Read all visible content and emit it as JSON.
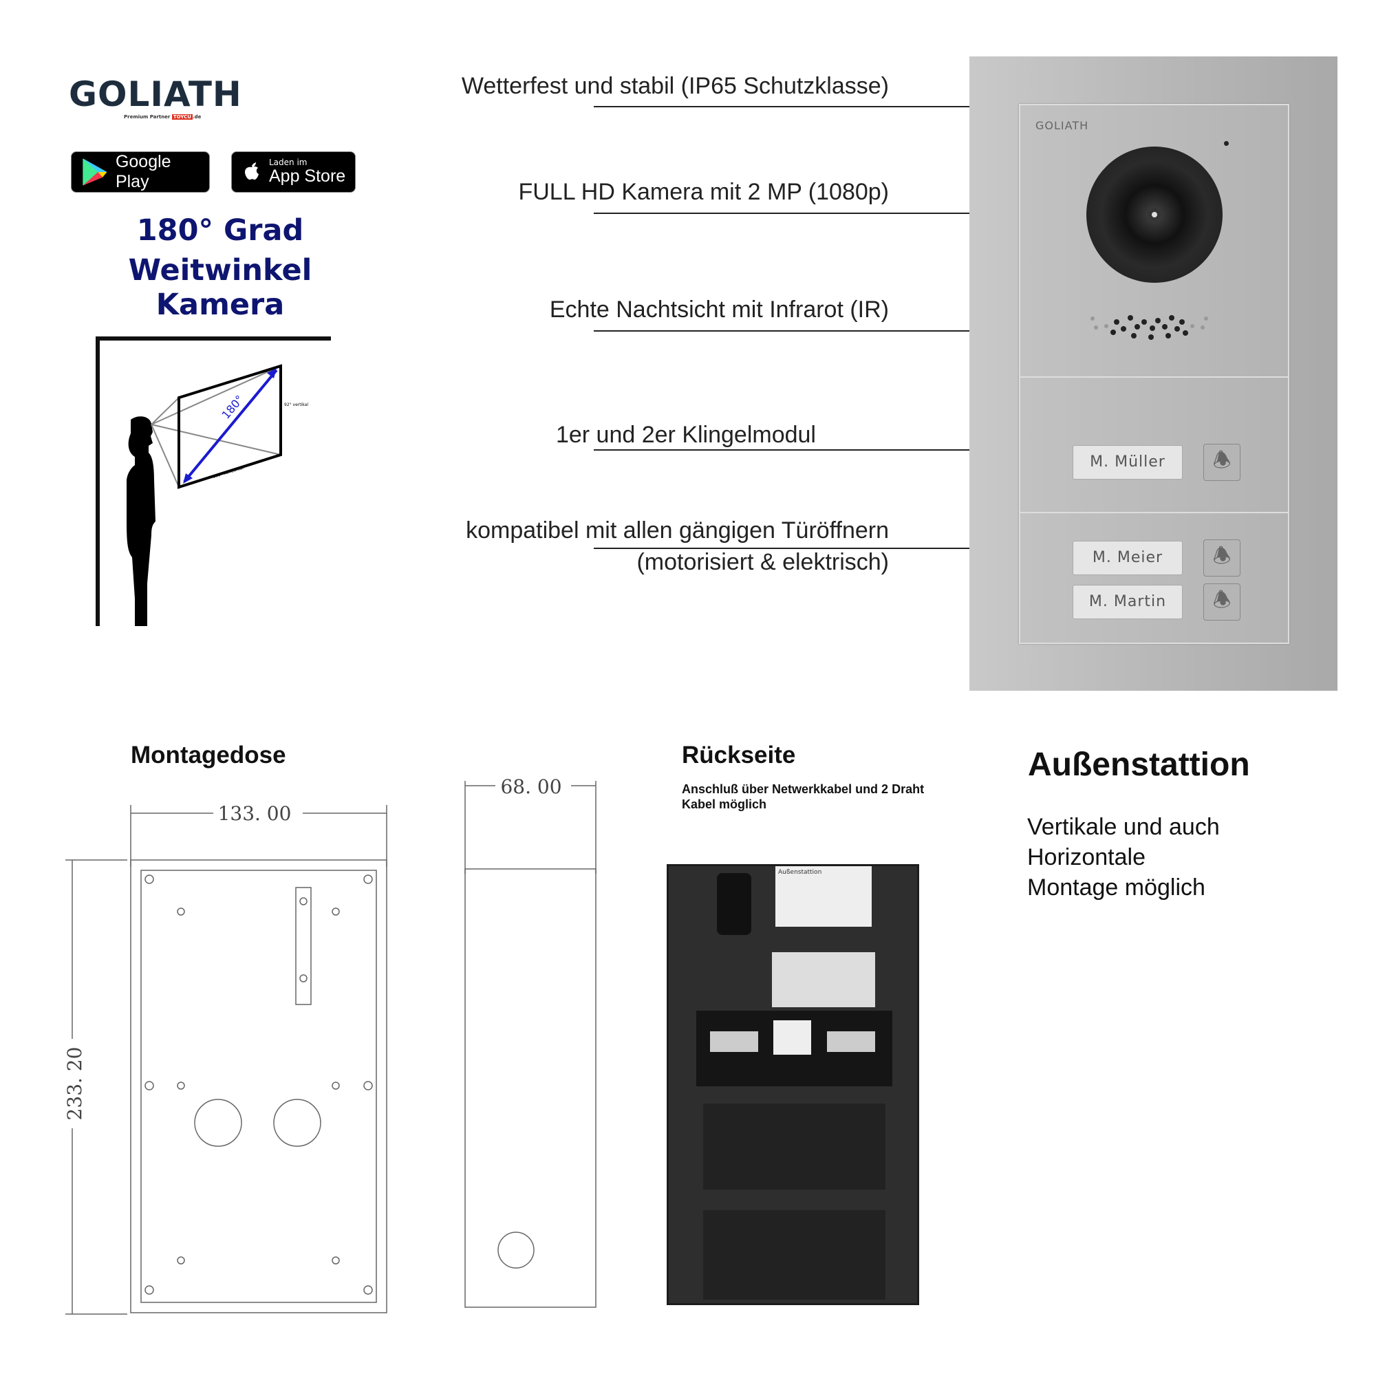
{
  "brand": {
    "logo_text": "GOLIATH",
    "partner_prefix": "Premium Partner",
    "partner_name": "TOYCU",
    ".de": ".de"
  },
  "stores": {
    "google_play": "Google Play",
    "app_store_small": "Laden im",
    "app_store": "App Store"
  },
  "headline": {
    "line1": "180° Grad",
    "line2": "Weitwinkel Kamera"
  },
  "fov_diagram": {
    "angle": "180°",
    "vertical": "92° vertikal",
    "horizontal": "160° horizontal"
  },
  "features": [
    {
      "text": "Wetterfest und stabil (IP65 Schutzklasse)"
    },
    {
      "text": "FULL HD Kamera mit 2 MP (1080p)"
    },
    {
      "text": "Echte Nachtsicht mit Infrarot (IR)"
    },
    {
      "text": "1er und 2er Klingelmodul"
    },
    {
      "text": "kompatibel mit allen gängigen Türöffnern",
      "text2": "(motorisiert & elektrisch)"
    }
  ],
  "device": {
    "logo": "GOLIATH",
    "names": [
      "M. Müller",
      "M. Meier",
      "M. Martin"
    ],
    "bell_icon": "bell-icon"
  },
  "montagedose": {
    "title": "Montagedose",
    "width": "133. 00",
    "height": "233. 20",
    "depth": "68. 00"
  },
  "rueckseite": {
    "title": "Rückseite",
    "subtitle": "Anschluß über Netwerkkabel und 2 Draht Kabel möglich",
    "label_title": "Außenstattion"
  },
  "aussenstation": {
    "title": "Außenstattion",
    "body_lines": [
      "Vertikale und auch",
      "Horizontale",
      "Montage möglich"
    ]
  }
}
